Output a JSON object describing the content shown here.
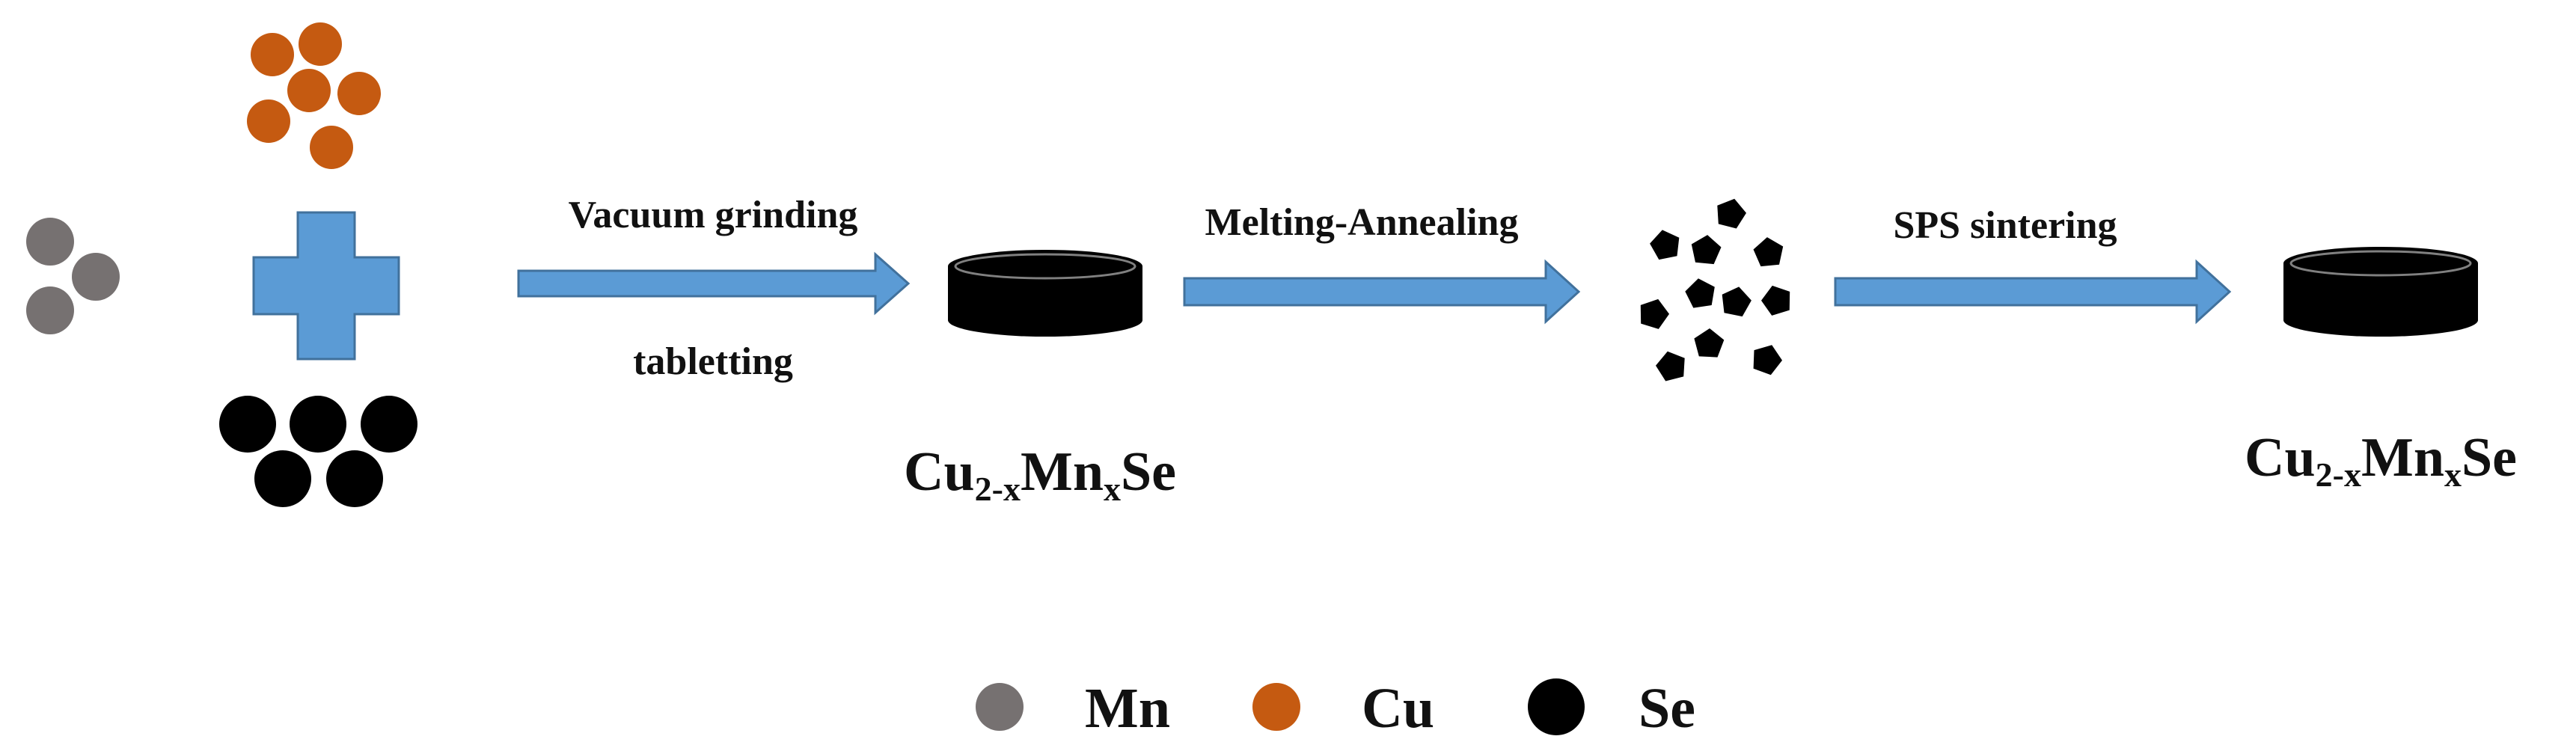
{
  "process": {
    "step1": {
      "label_top": "Vacuum grinding",
      "label_bottom": "tabletting"
    },
    "step2": {
      "label": "Melting-Annealing"
    },
    "step3": {
      "label": "SPS sintering"
    }
  },
  "products": {
    "first": {
      "base1": "Cu",
      "sub1": "2-x",
      "base2": "Mn",
      "sub2": "x",
      "base3": "Se"
    },
    "second": {
      "base1": "Cu",
      "sub1": "2-x",
      "base2": "Mn",
      "sub2": "x",
      "base3": "Se"
    }
  },
  "legend": [
    {
      "label": "Mn",
      "color": "#767171"
    },
    {
      "label": "Cu",
      "color": "#c55a11"
    },
    {
      "label": "Se",
      "color": "#000000"
    }
  ],
  "colors": {
    "mn": "#767171",
    "cu": "#c55a11",
    "se": "#000000",
    "arrow_fill": "#5b9bd5",
    "arrow_stroke": "#41719c",
    "plus_fill": "#5b9bd5"
  }
}
